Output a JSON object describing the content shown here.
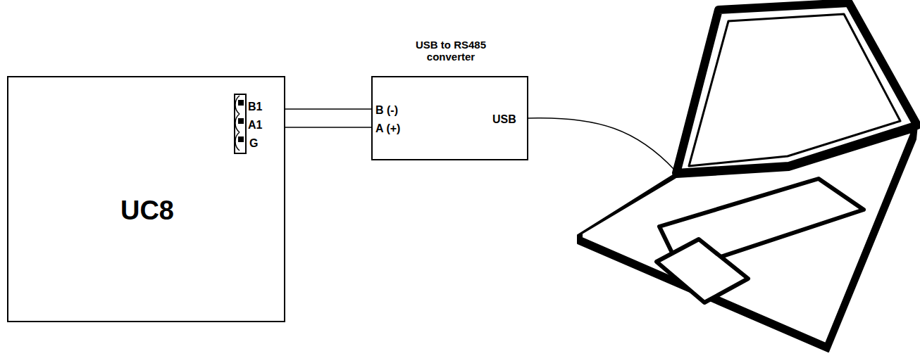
{
  "diagram": {
    "nodes": [
      {
        "text": [
          "UC8"
        ]
      },
      {
        "text": [
          "USB to RS485 converter",
          "B (-)",
          "A (+)",
          "USB"
        ]
      }
    ],
    "edges": [
      {
        "from": 0,
        "to": 1,
        "arrow": "none"
      },
      {
        "from": 0,
        "to": 1,
        "arrow": "none"
      }
    ],
    "labels": [
      "B1",
      "A1",
      "G"
    ]
  }
}
